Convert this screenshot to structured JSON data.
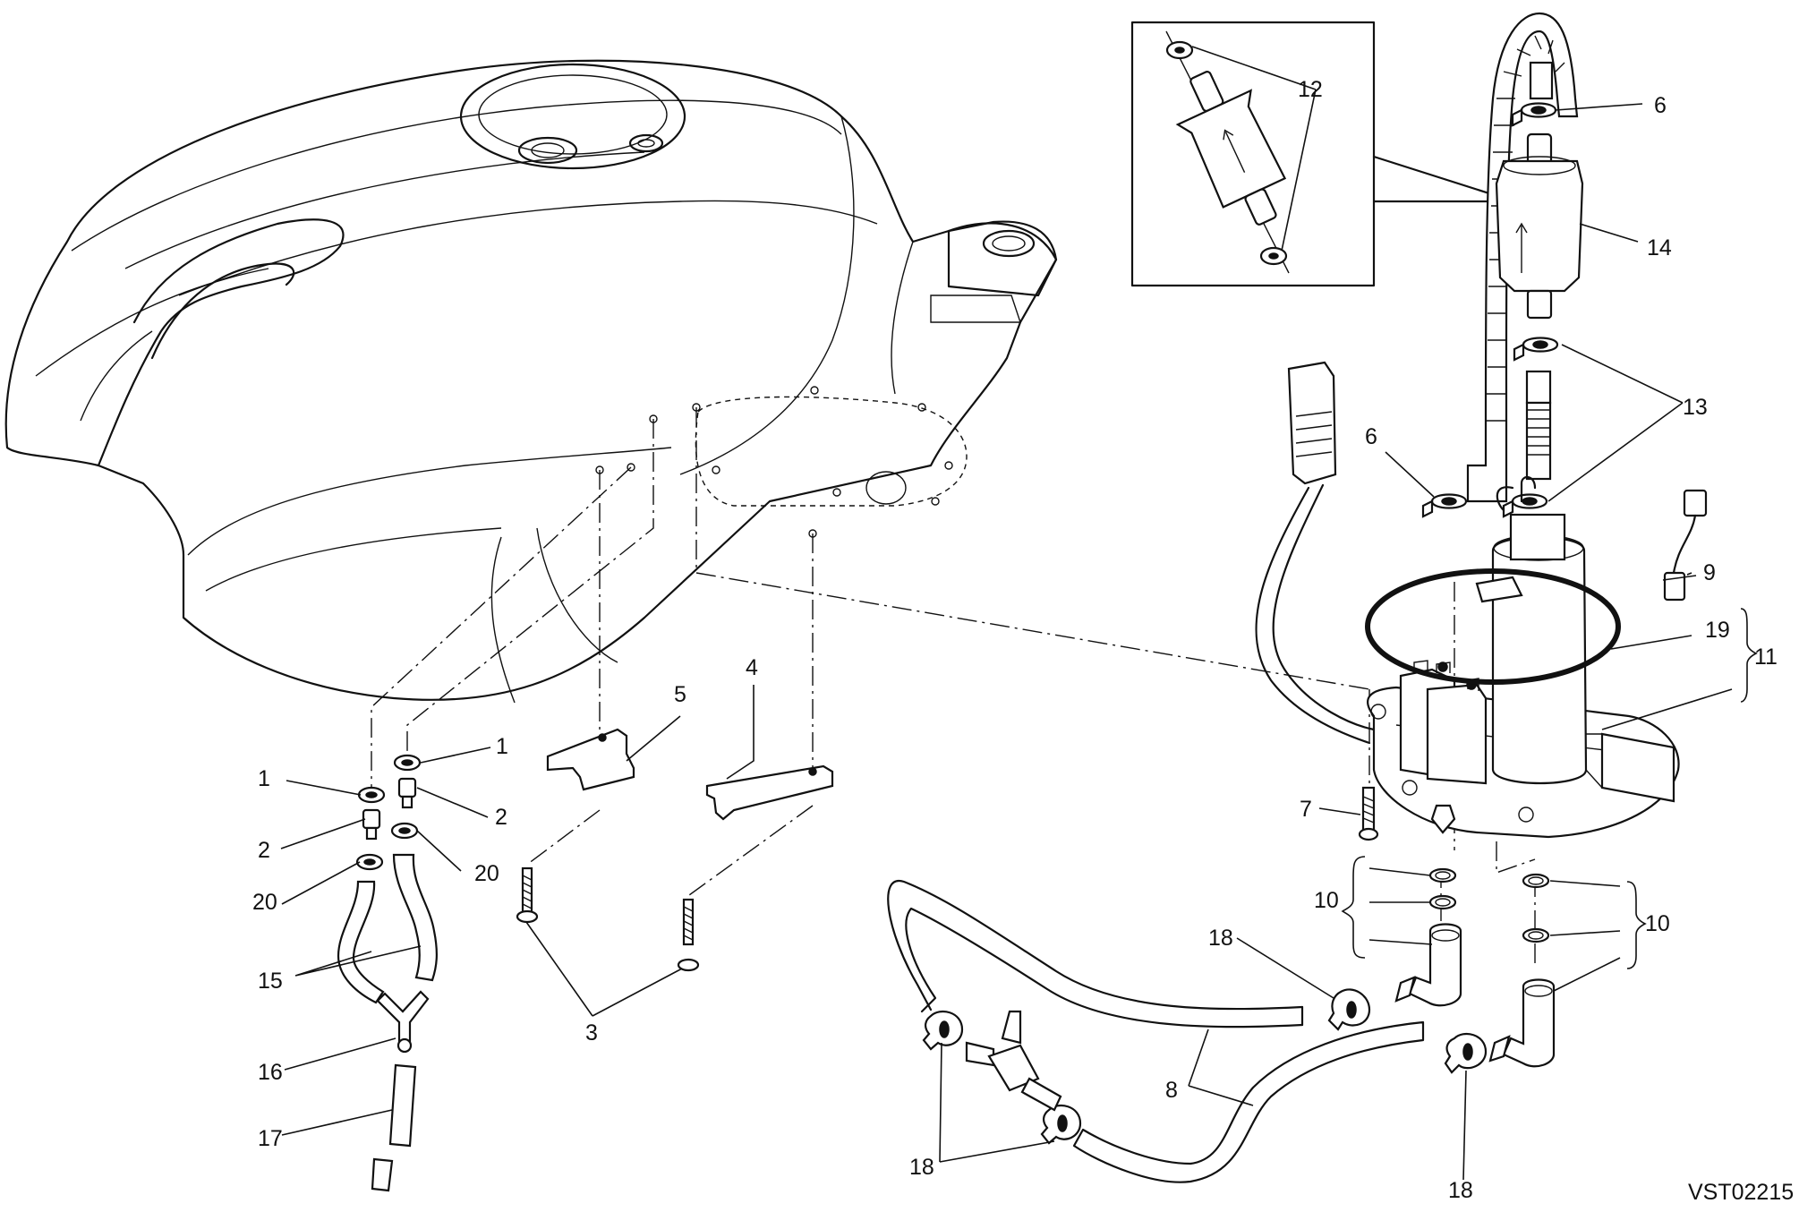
{
  "figure_code": "VST02215",
  "callouts": [
    {
      "id": "c1a",
      "text": "1"
    },
    {
      "id": "c1b",
      "text": "1"
    },
    {
      "id": "c2a",
      "text": "2"
    },
    {
      "id": "c2b",
      "text": "2"
    },
    {
      "id": "c3",
      "text": "3"
    },
    {
      "id": "c4",
      "text": "4"
    },
    {
      "id": "c5",
      "text": "5"
    },
    {
      "id": "c6a",
      "text": "6"
    },
    {
      "id": "c6b",
      "text": "6"
    },
    {
      "id": "c7",
      "text": "7"
    },
    {
      "id": "c8",
      "text": "8"
    },
    {
      "id": "c9",
      "text": "9"
    },
    {
      "id": "c10a",
      "text": "10"
    },
    {
      "id": "c10b",
      "text": "10"
    },
    {
      "id": "c11",
      "text": "11"
    },
    {
      "id": "c12",
      "text": "12"
    },
    {
      "id": "c13",
      "text": "13"
    },
    {
      "id": "c14",
      "text": "14"
    },
    {
      "id": "c15",
      "text": "15"
    },
    {
      "id": "c16",
      "text": "16"
    },
    {
      "id": "c17",
      "text": "17"
    },
    {
      "id": "c18a",
      "text": "18"
    },
    {
      "id": "c18b",
      "text": "18"
    },
    {
      "id": "c18c",
      "text": "18"
    },
    {
      "id": "c19",
      "text": "19"
    },
    {
      "id": "c20a",
      "text": "20"
    },
    {
      "id": "c20b",
      "text": "20"
    }
  ]
}
